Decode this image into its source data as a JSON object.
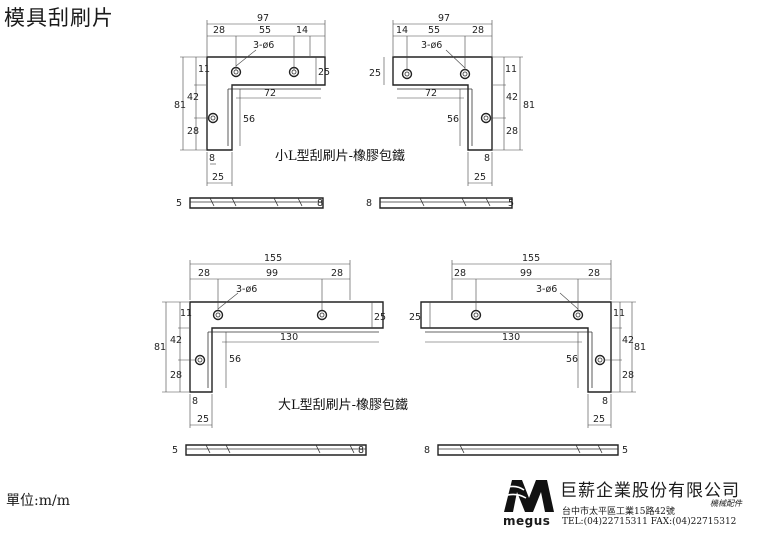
{
  "header": {
    "title": "模具刮刷片"
  },
  "footer": {
    "unit": "單位:m/m"
  },
  "logo": {
    "brand": "megus",
    "company": "巨薪企業股份有限公司",
    "tagline": "機械配件",
    "address": "台中市太平區工業15路42號",
    "phone": "TEL:(04)22715311 FAX:(04)22715312"
  },
  "parts": {
    "small": {
      "label": "小L型刮刷片-橡膠包鐵",
      "overall": "97",
      "seg_left": "28",
      "seg_mid": "55",
      "seg_end": "14",
      "holes": "3-ø6",
      "hole_offset": "11",
      "arm_height": "25",
      "total_height": "81",
      "inner_height": "42",
      "lower_height": "28",
      "inner_length": "72",
      "leg_length": "56",
      "leg_width": "25",
      "thickness": "5",
      "side_height": "8"
    },
    "large": {
      "label": "大L型刮刷片-橡膠包鐵",
      "overall": "155",
      "seg_left": "28",
      "seg_mid": "99",
      "seg_end": "28",
      "holes": "3-ø6",
      "hole_offset": "11",
      "arm_height": "25",
      "total_height": "81",
      "inner_height": "42",
      "lower_height": "28",
      "inner_length": "130",
      "leg_length": "56",
      "leg_width": "25",
      "thickness": "5",
      "side_height": "8"
    }
  }
}
